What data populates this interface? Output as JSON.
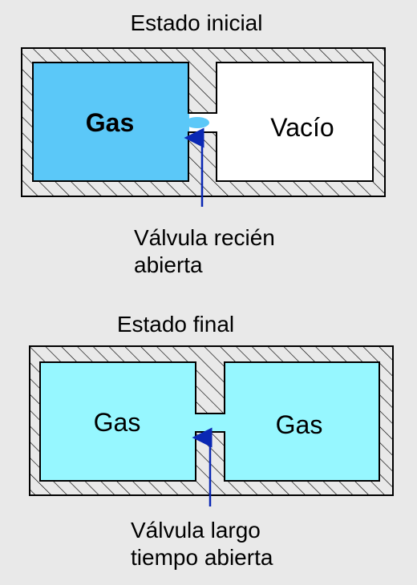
{
  "initial": {
    "title": "Estado inicial",
    "left_label": "Gas",
    "right_label": "Vacío",
    "arrow_label_line1": "Válvula recién",
    "arrow_label_line2": "abierta"
  },
  "final": {
    "title": "Estado final",
    "left_label": "Gas",
    "right_label": "Gas",
    "arrow_label_line1": "Válvula largo",
    "arrow_label_line2": "tiempo abierta"
  },
  "colors": {
    "background": "#e9e9e9",
    "gas_initial": "#5bc8f8",
    "gas_final": "#96f7ff",
    "vacuum": "#ffffff",
    "wall_hatch": "#000000",
    "arrow": "#0a28b4"
  }
}
